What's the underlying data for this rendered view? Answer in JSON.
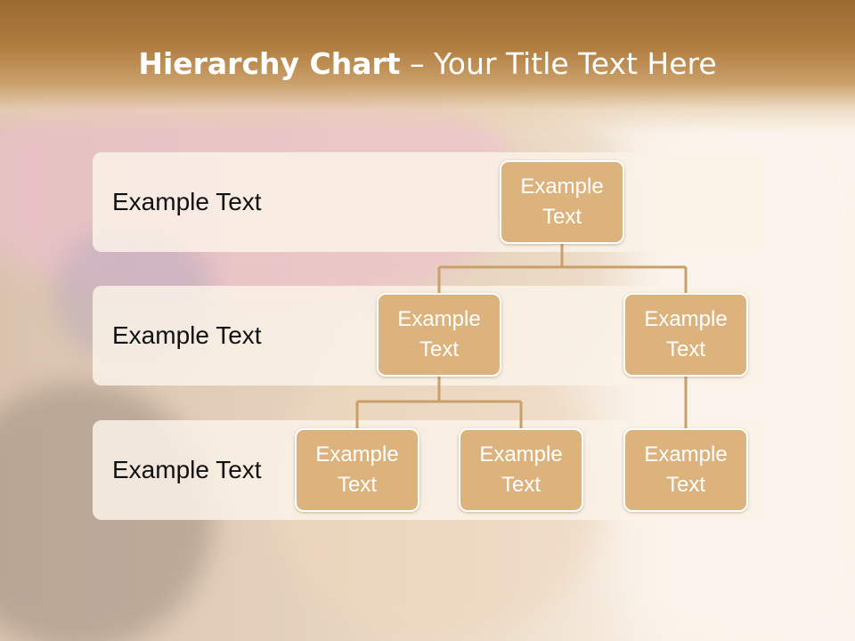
{
  "title": {
    "bold": "Hierarchy Chart",
    "rest": " – Your Title Text Here"
  },
  "levels": [
    {
      "label": "Example Text"
    },
    {
      "label": "Example Text"
    },
    {
      "label": "Example Text"
    }
  ],
  "nodes": {
    "root": "Example Text",
    "level2_left": "Example Text",
    "level2_right": "Example Text",
    "level3_a": "Example Text",
    "level3_b": "Example Text",
    "level3_c": "Example Text"
  },
  "colors": {
    "node_fill": "#dcb27d",
    "connector": "#c9a06a",
    "header": "#a8743a"
  }
}
